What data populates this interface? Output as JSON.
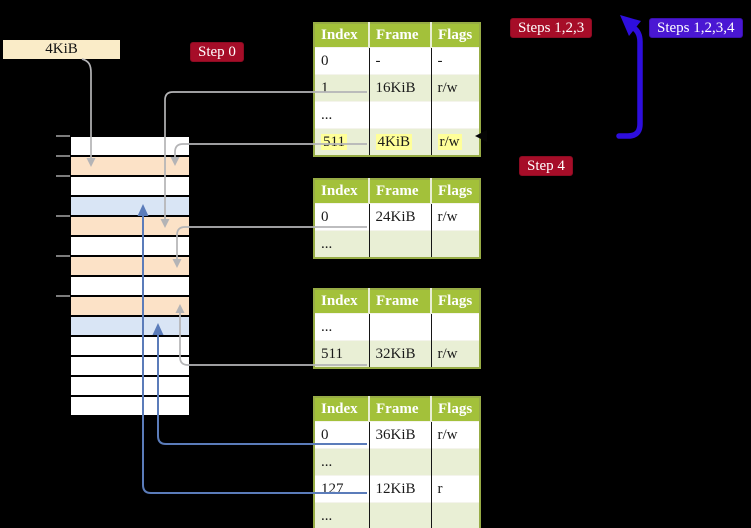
{
  "page_box": {
    "label": "4KiB"
  },
  "step_labels": {
    "step0": {
      "text": "Step 0"
    },
    "steps123": {
      "text": "Steps 1,2,3"
    },
    "steps1234": {
      "text": "Steps 1,2,3,4"
    },
    "step4": {
      "text": "Step 4"
    }
  },
  "tables": [
    {
      "name": "page-table-step0-top",
      "headers": [
        "Index",
        "Frame",
        "Flags"
      ],
      "rows": [
        {
          "cells": [
            "0",
            "-",
            "-"
          ]
        },
        {
          "cells": [
            "1",
            "16KiB",
            "r/w"
          ]
        },
        {
          "cells": [
            "...",
            "",
            ""
          ]
        },
        {
          "cells": [
            "511",
            "4KiB",
            "r/w"
          ],
          "highlight": true
        }
      ]
    },
    {
      "name": "page-table-second",
      "headers": [
        "Index",
        "Frame",
        "Flags"
      ],
      "rows": [
        {
          "cells": [
            "0",
            "24KiB",
            "r/w"
          ]
        },
        {
          "cells": [
            "...",
            "",
            ""
          ]
        }
      ]
    },
    {
      "name": "page-table-third",
      "headers": [
        "Index",
        "Frame",
        "Flags"
      ],
      "rows": [
        {
          "cells": [
            "...",
            "",
            ""
          ]
        },
        {
          "cells": [
            "511",
            "32KiB",
            "r/w"
          ]
        }
      ]
    },
    {
      "name": "page-table-fourth",
      "headers": [
        "Index",
        "Frame",
        "Flags"
      ],
      "rows": [
        {
          "cells": [
            "0",
            "36KiB",
            "r/w"
          ]
        },
        {
          "cells": [
            "...",
            "",
            ""
          ]
        },
        {
          "cells": [
            "127",
            "12KiB",
            "r"
          ]
        },
        {
          "cells": [
            "...",
            "",
            ""
          ]
        }
      ]
    }
  ],
  "memory_stack": {
    "rows": [
      "white",
      "peach",
      "white",
      "blue",
      "peach",
      "white",
      "peach",
      "white",
      "peach",
      "blue",
      "white",
      "white",
      "white",
      "white"
    ]
  },
  "colors": {
    "background": "#000000",
    "table_header_green": "#a3c13a",
    "table_row_green": "#e9efd5",
    "highlight_yellow": "#ffff99",
    "frame_peach": "#fce2c7",
    "frame_light_blue": "#d9e5f5",
    "page_box_cream": "#faecc8",
    "red_label": "#a60d28",
    "violet_label": "#4a17d3",
    "violet_arrow": "#2e0edd",
    "steel_blue_arrow": "#5b7cba",
    "gray_arrow": "#b4b4b6"
  }
}
